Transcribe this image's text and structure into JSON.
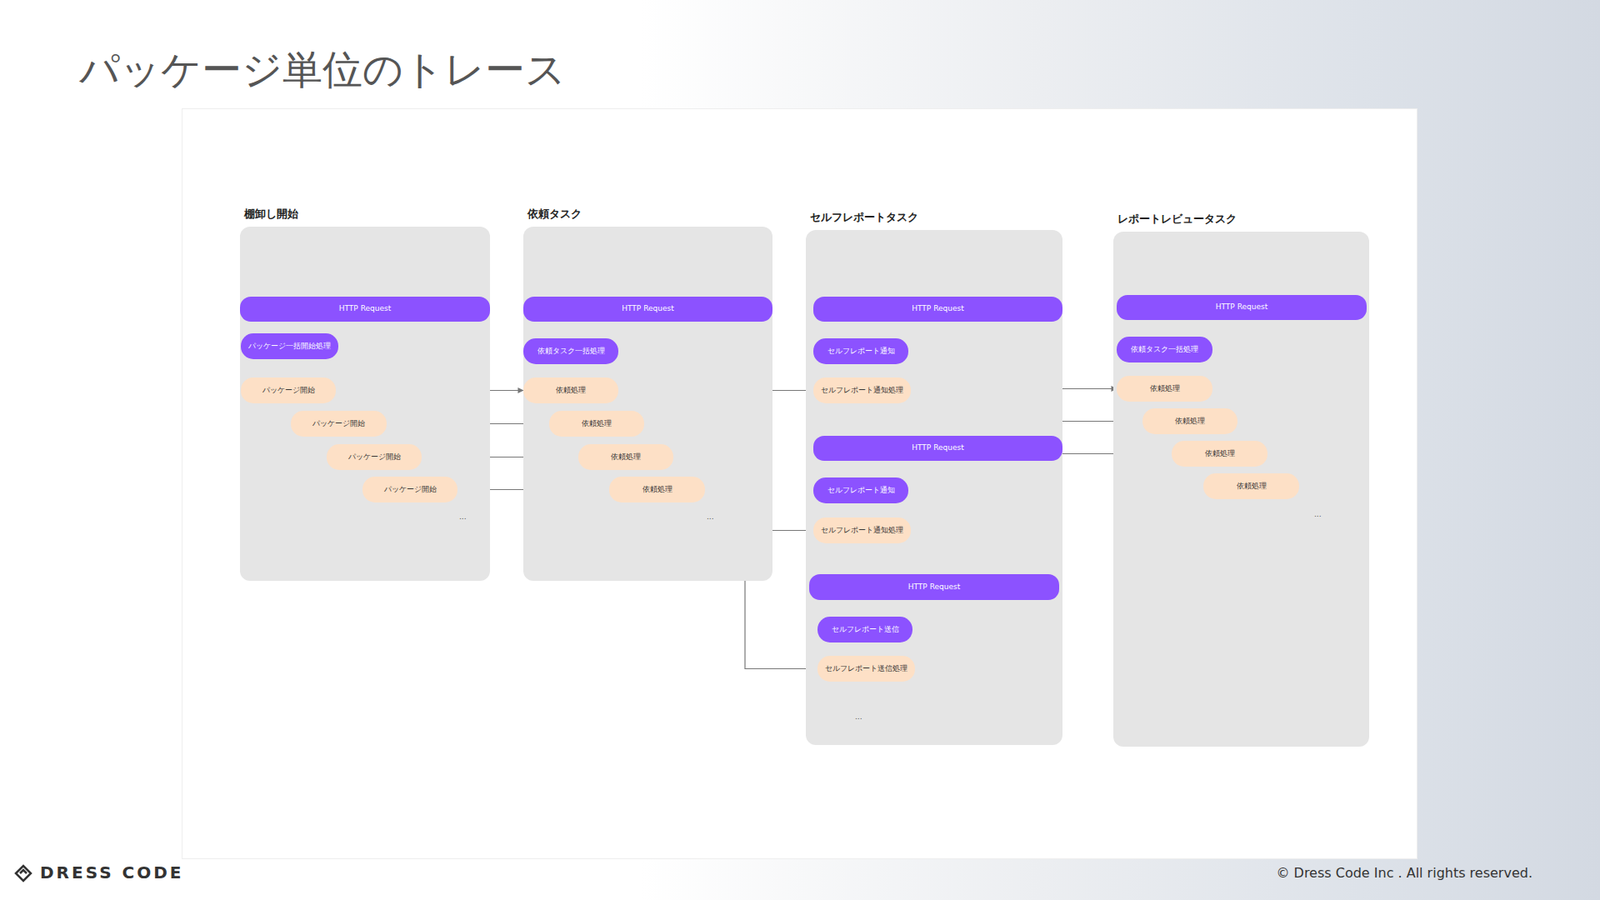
{
  "diagram": {
    "title": "パッケージ単位のトレース",
    "nodes": [
      {
        "text": [
          "棚卸し開始"
        ]
      },
      {
        "text": [
          "HTTP Request"
        ],
        "in": 0
      },
      {
        "text": [
          "パッケージ一括開始処理"
        ],
        "in": 0
      },
      {
        "text": [
          "パッケージ開始"
        ],
        "in": 0
      },
      {
        "text": [
          "パッケージ開始"
        ],
        "in": 0
      },
      {
        "text": [
          "パッケージ開始"
        ],
        "in": 0
      },
      {
        "text": [
          "パッケージ開始"
        ],
        "in": 0
      },
      {
        "text": [
          "依頼タスク"
        ]
      },
      {
        "text": [
          "HTTP Request"
        ],
        "in": 7
      },
      {
        "text": [
          "依頼タスク一括処理"
        ],
        "in": 7
      },
      {
        "text": [
          "依頼処理"
        ],
        "in": 7
      },
      {
        "text": [
          "依頼処理"
        ],
        "in": 7
      },
      {
        "text": [
          "依頼処理"
        ],
        "in": 7
      },
      {
        "text": [
          "依頼処理"
        ],
        "in": 7
      },
      {
        "text": [
          "セルフレポートタスク"
        ]
      },
      {
        "text": [
          "HTTP Request"
        ],
        "in": 14
      },
      {
        "text": [
          "セルフレポート通知"
        ],
        "in": 14
      },
      {
        "text": [
          "セルフレポート通知処理"
        ],
        "in": 14
      },
      {
        "text": [
          "HTTP Request"
        ],
        "in": 14
      },
      {
        "text": [
          "セルフレポート通知"
        ],
        "in": 14
      },
      {
        "text": [
          "セルフレポート通知処理"
        ],
        "in": 14
      },
      {
        "text": [
          "HTTP Request"
        ],
        "in": 14
      },
      {
        "text": [
          "セルフレポート送信"
        ],
        "in": 14
      },
      {
        "text": [
          "セルフレポート送信処理"
        ],
        "in": 14
      },
      {
        "text": [
          "レポートレビュータスク"
        ]
      },
      {
        "text": [
          "HTTP Request"
        ],
        "in": 24
      },
      {
        "text": [
          "依頼タスク一括処理"
        ],
        "in": 24
      },
      {
        "text": [
          "依頼処理"
        ],
        "in": 24
      },
      {
        "text": [
          "依頼処理"
        ],
        "in": 24
      },
      {
        "text": [
          "依頼処理"
        ],
        "in": 24
      },
      {
        "text": [
          "依頼処理"
        ],
        "in": 24
      }
    ],
    "edges": [
      {
        "from": 3,
        "to": 10,
        "arrow": "to"
      },
      {
        "from": 4,
        "to": 11,
        "arrow": "to"
      },
      {
        "from": 5,
        "to": 12,
        "arrow": "to"
      },
      {
        "from": 6,
        "to": 13,
        "arrow": "to"
      },
      {
        "from": 10,
        "to": 17,
        "arrow": "to"
      },
      {
        "from": 11,
        "to": 20,
        "arrow": "to"
      },
      {
        "from": 12,
        "to": 23,
        "arrow": "to"
      },
      {
        "from": 17,
        "to": 27,
        "arrow": "to"
      },
      {
        "from": 20,
        "to": 28,
        "arrow": "to"
      },
      {
        "from": 23,
        "to": 29,
        "arrow": "to"
      }
    ],
    "labels": [
      "...",
      "...",
      "...",
      "...",
      "DRESS CODE",
      "© Dress Code Inc . All rights reserved."
    ]
  }
}
